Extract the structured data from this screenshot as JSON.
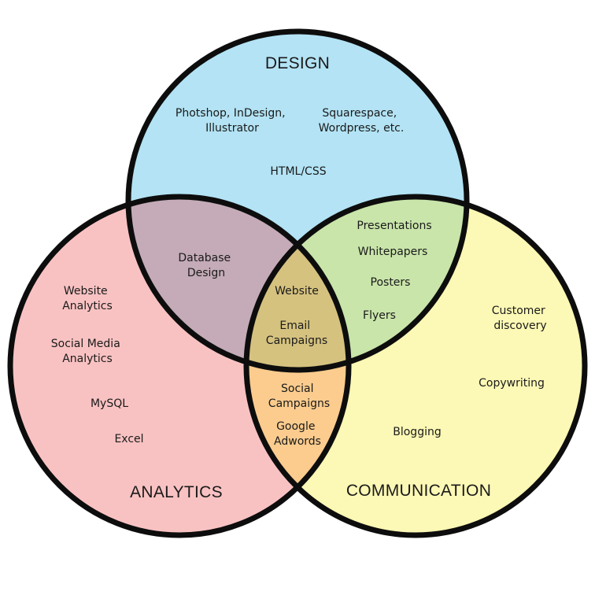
{
  "colors": {
    "design": "#b3e3f4",
    "analytics": "#f9c2c2",
    "communication": "#fcf8b5",
    "design_analytics": "#c4abb7",
    "design_communication": "#c9e5aa",
    "analytics_communication": "#fbcc8e",
    "all_three": "#d5c27f",
    "outline": "#0d0d0d"
  },
  "circles": {
    "design": {
      "title": "DESIGN",
      "items": [
        [
          "Photshop, InDesign,",
          "Illustrator"
        ],
        [
          "Squarespace,",
          "Wordpress, etc."
        ],
        [
          "HTML/CSS"
        ]
      ]
    },
    "analytics": {
      "title": "ANALYTICS",
      "items": [
        [
          "Website",
          "Analytics"
        ],
        [
          "Social Media",
          "Analytics"
        ],
        [
          "MySQL"
        ],
        [
          "Excel"
        ]
      ]
    },
    "communication": {
      "title": "COMMUNICATION",
      "items": [
        [
          "Customer",
          "discovery"
        ],
        [
          "Copywriting"
        ],
        [
          "Blogging"
        ]
      ]
    }
  },
  "overlaps": {
    "design_analytics": {
      "items": [
        [
          "Database",
          "Design"
        ]
      ]
    },
    "design_communication": {
      "items": [
        [
          "Presentations"
        ],
        [
          "Whitepapers"
        ],
        [
          "Posters"
        ],
        [
          "Flyers"
        ]
      ]
    },
    "analytics_communication": {
      "items": [
        [
          "Social",
          "Campaigns"
        ],
        [
          "Google",
          "Adwords"
        ]
      ]
    },
    "all_three": {
      "items": [
        [
          "Website"
        ],
        [
          "Email",
          "Campaigns"
        ]
      ]
    }
  }
}
